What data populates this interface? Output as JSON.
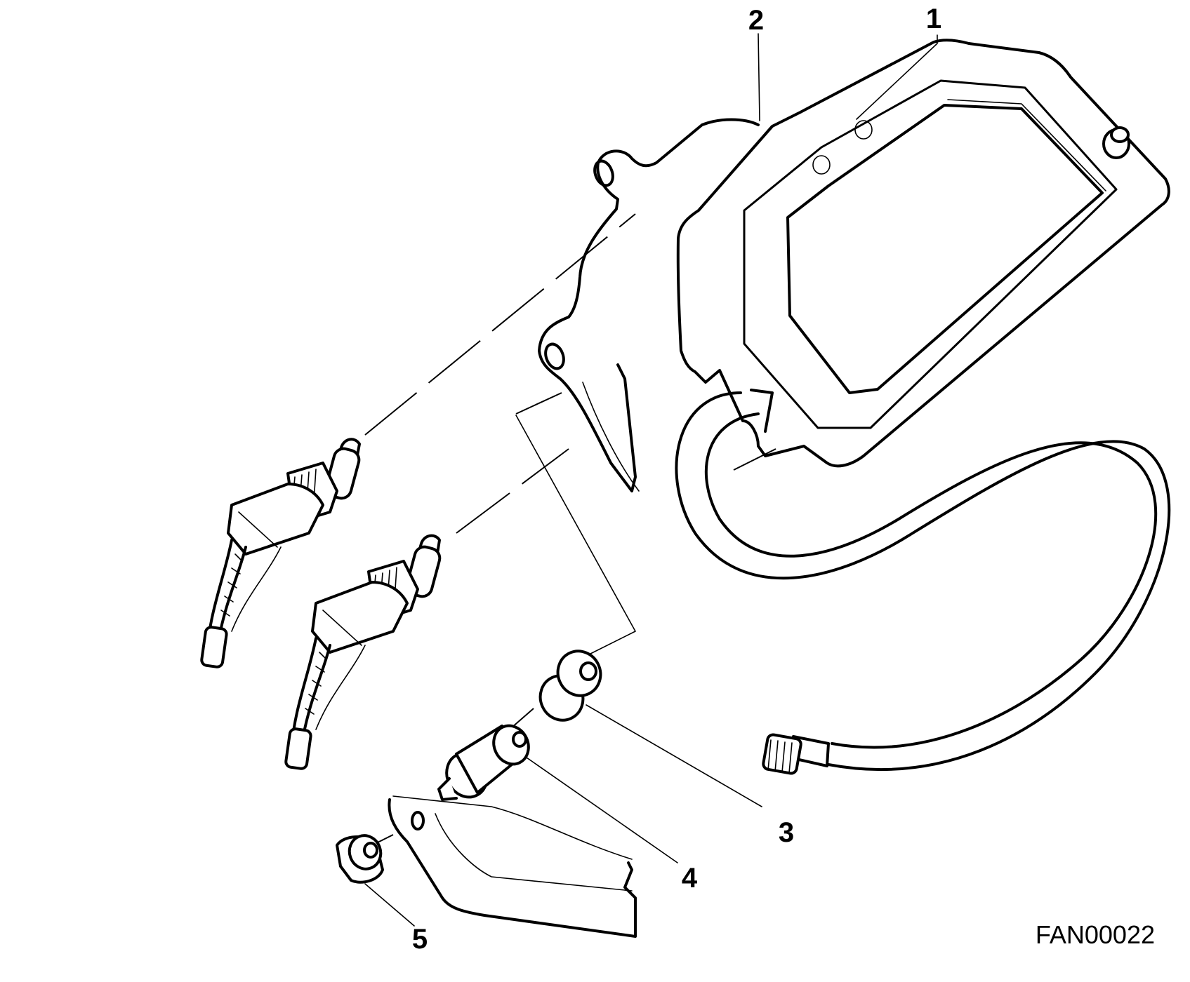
{
  "diagram": {
    "callouts": [
      {
        "id": "1",
        "label": "1"
      },
      {
        "id": "2",
        "label": "2"
      },
      {
        "id": "3",
        "label": "3"
      },
      {
        "id": "4",
        "label": "4"
      },
      {
        "id": "5",
        "label": "5"
      }
    ],
    "figure_code": "FAN00022"
  }
}
